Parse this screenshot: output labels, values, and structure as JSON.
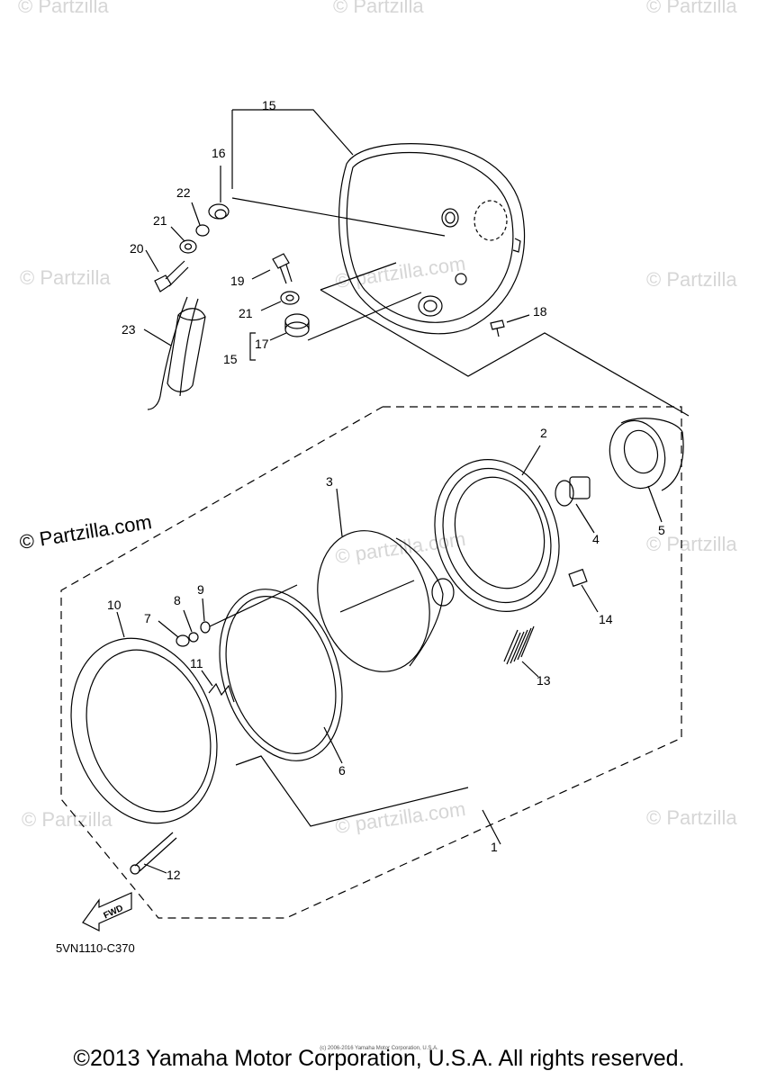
{
  "watermark": "© Partzilla",
  "watermark_bold": "© Partzilla.com",
  "watermark_url": "© partzilla.com",
  "diagram_code": "5VN1110-C370",
  "fwd_label": "FWD",
  "copyright": "©2013 Yamaha Motor Corporation, U.S.A. All rights reserved.",
  "small_print": "(c) 2006-2016 Yamaha Motor Corporation, U.S.A.",
  "callouts": {
    "c1": "1",
    "c2": "2",
    "c3": "3",
    "c4": "4",
    "c5": "5",
    "c6": "6",
    "c7": "7",
    "c8": "8",
    "c9": "9",
    "c10": "10",
    "c11": "11",
    "c12": "12",
    "c13": "13",
    "c14": "14",
    "c15a": "15",
    "c15b": "15",
    "c16": "16",
    "c17": "17",
    "c18": "18",
    "c19": "19",
    "c20": "20",
    "c21a": "21",
    "c21b": "21",
    "c22": "22",
    "c23": "23"
  }
}
